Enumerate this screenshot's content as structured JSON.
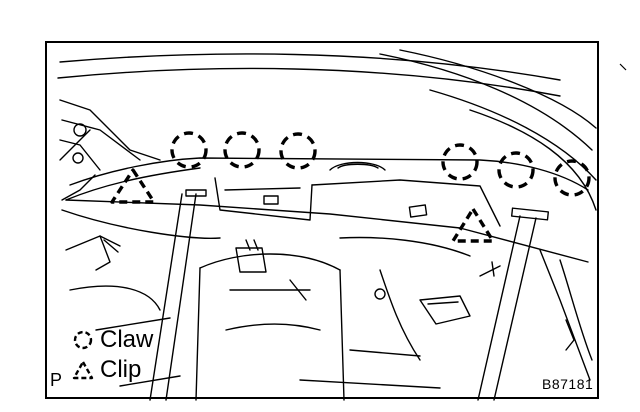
{
  "legend": {
    "claw_label": "Claw",
    "clip_label": "Clip"
  },
  "figure_id": "B87181",
  "corner_mark": "P",
  "colors": {
    "line": "#000000",
    "background": "#ffffff"
  },
  "markers": {
    "claw_count": 6,
    "clip_count": 2
  }
}
